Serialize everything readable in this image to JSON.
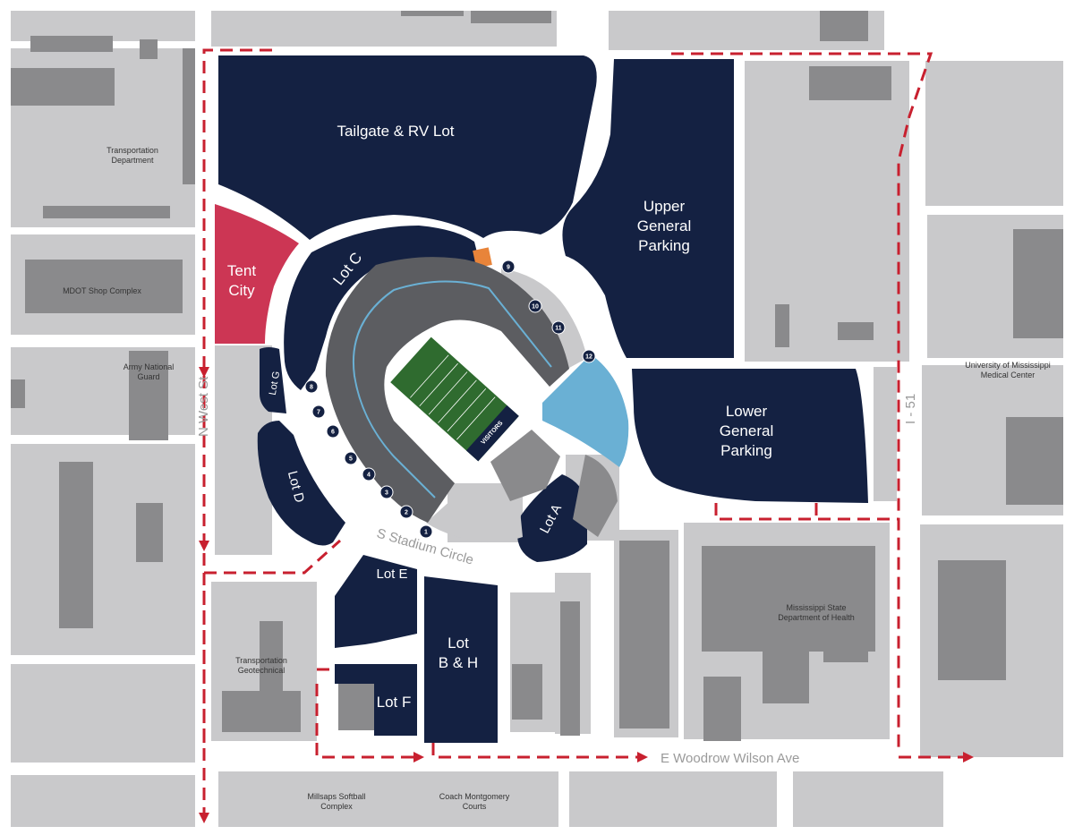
{
  "colors": {
    "lot": "#142142",
    "tent_city": "#cc3654",
    "road": "#ffffff",
    "block": "#c9c9cb",
    "building": "#8a8a8c",
    "stadium": "#5c5d61",
    "route": "#c8202f",
    "accent_blue": "#6ab0d4",
    "accent_orange": "#e8843a",
    "field": "#2f6b2f"
  },
  "lots": {
    "tailgate": "Tailgate & RV Lot",
    "upper_line1": "Upper",
    "upper_line2": "General",
    "upper_line3": "Parking",
    "lower_line1": "Lower",
    "lower_line2": "General",
    "lower_line3": "Parking",
    "tent_line1": "Tent",
    "tent_line2": "City",
    "lot_c": "Lot C",
    "lot_g": "Lot G",
    "lot_d": "Lot D",
    "lot_e": "Lot E",
    "lot_bh_line1": "Lot",
    "lot_bh_line2": "B & H",
    "lot_f": "Lot F",
    "lot_a": "Lot A"
  },
  "buildings": {
    "transport_dept_line1": "Transportation",
    "transport_dept_line2": "Department",
    "mdot": "MDOT Shop Complex",
    "army_line1": "Army National",
    "army_line2": "Guard",
    "umc_line1": "University of Mississippi",
    "umc_line2": "Medical Center",
    "msdh_line1": "Mississippi State",
    "msdh_line2": "Department of Health",
    "geotech_line1": "Transportation",
    "geotech_line2": "Geotechnical",
    "millsaps_line1": "Millsaps Softball",
    "millsaps_line2": "Complex",
    "coach_line1": "Coach Montgomery",
    "coach_line2": "Courts"
  },
  "roads": {
    "west_st": "N West St",
    "stadium_circle": "S Stadium Circle",
    "woodrow": "E Woodrow Wilson Ave",
    "i51": "I - 51"
  },
  "field": {
    "endzone": "VISITORS"
  },
  "gates": [
    "1",
    "2",
    "3",
    "4",
    "5",
    "6",
    "7",
    "8",
    "9",
    "10",
    "11",
    "12"
  ]
}
